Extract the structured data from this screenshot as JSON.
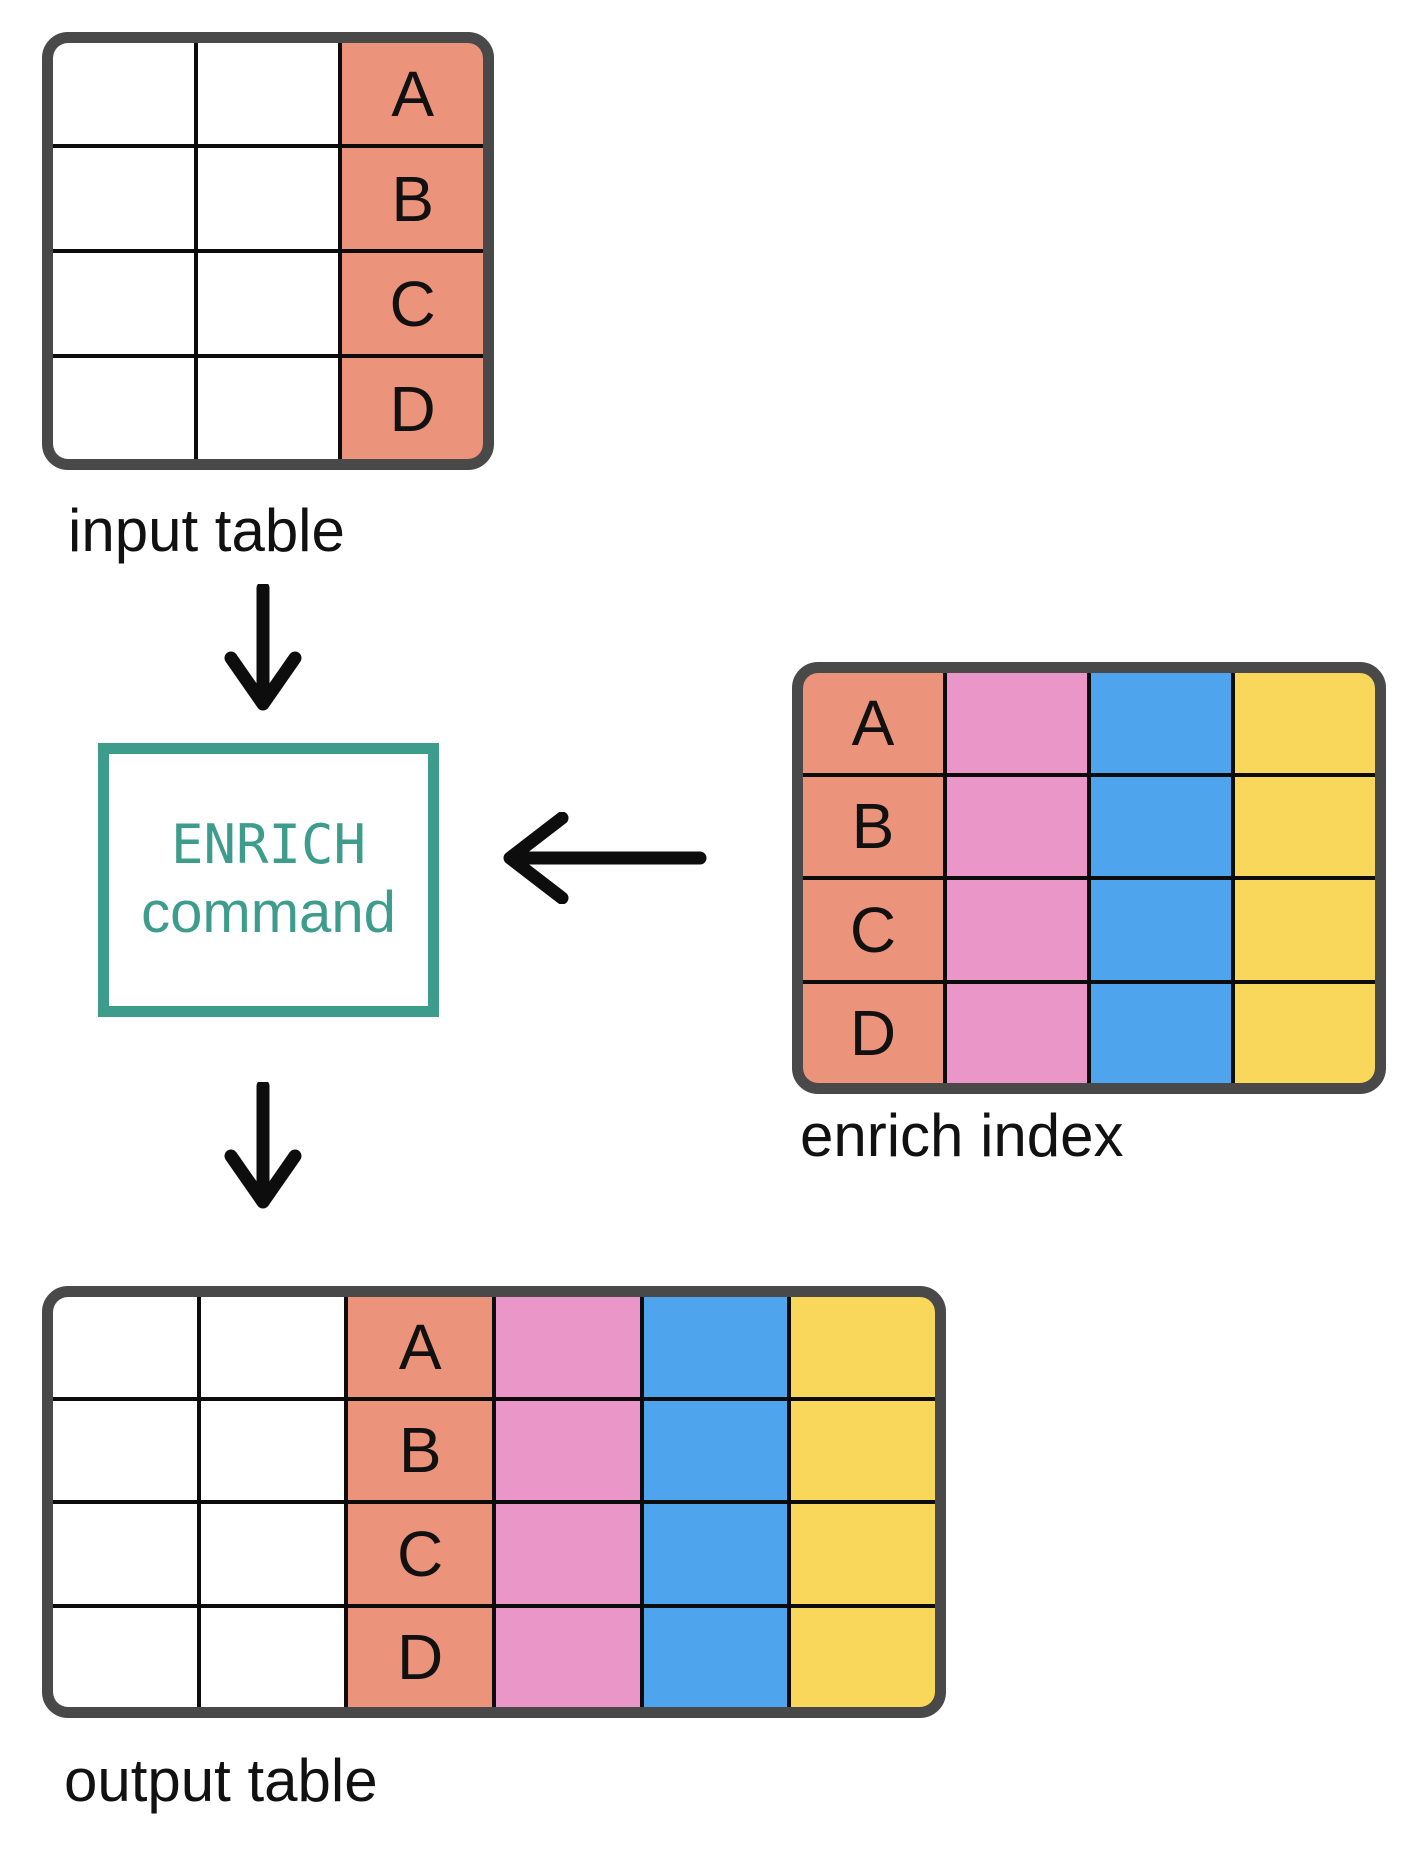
{
  "colors": {
    "salmon": "#EB937B",
    "pink": "#EB96C9",
    "blue": "#4EA5EE",
    "yellow": "#F8D75A",
    "teal": "#3E9C8D",
    "frame": "#494949",
    "grid": "#0C0C0C",
    "text": "#111111"
  },
  "enrich_box": {
    "line1": "ENRICH",
    "line2": "command"
  },
  "tables": {
    "input": {
      "caption": "input table",
      "keys": [
        "A",
        "B",
        "C",
        "D"
      ]
    },
    "enrich": {
      "caption": "enrich index",
      "keys": [
        "A",
        "B",
        "C",
        "D"
      ]
    },
    "output": {
      "caption": "output table",
      "keys": [
        "A",
        "B",
        "C",
        "D"
      ]
    }
  }
}
